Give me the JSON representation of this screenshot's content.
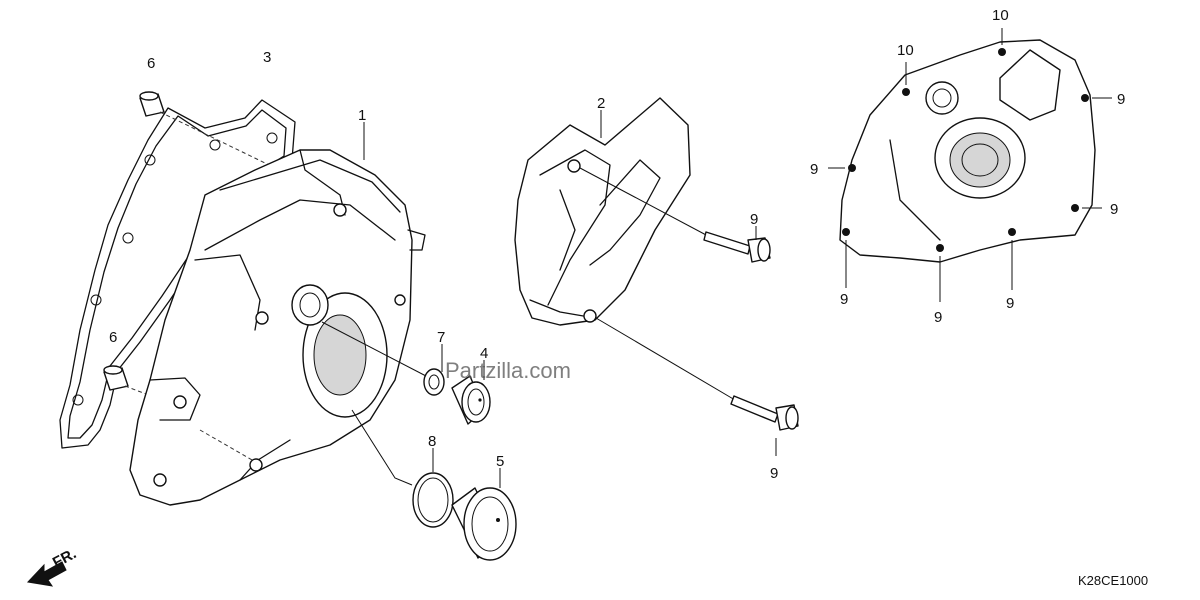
{
  "diagram": {
    "watermark": "Partzilla.com",
    "diagram_code": "K28CE1000",
    "direction_label": "FR.",
    "callouts": [
      {
        "id": "c1",
        "text": "1"
      },
      {
        "id": "c2",
        "text": "2"
      },
      {
        "id": "c3",
        "text": "3"
      },
      {
        "id": "c4",
        "text": "4"
      },
      {
        "id": "c5",
        "text": "5"
      },
      {
        "id": "c6a",
        "text": "6"
      },
      {
        "id": "c6b",
        "text": "6"
      },
      {
        "id": "c7",
        "text": "7"
      },
      {
        "id": "c8",
        "text": "8"
      },
      {
        "id": "c9a",
        "text": "9"
      },
      {
        "id": "c9b",
        "text": "9"
      },
      {
        "id": "c9c",
        "text": "9"
      },
      {
        "id": "c9d",
        "text": "9"
      },
      {
        "id": "c9e",
        "text": "9"
      },
      {
        "id": "c9f",
        "text": "9"
      },
      {
        "id": "c9g",
        "text": "9"
      },
      {
        "id": "c9h",
        "text": "9"
      },
      {
        "id": "c10a",
        "text": "10"
      },
      {
        "id": "c10b",
        "text": "10"
      }
    ]
  }
}
